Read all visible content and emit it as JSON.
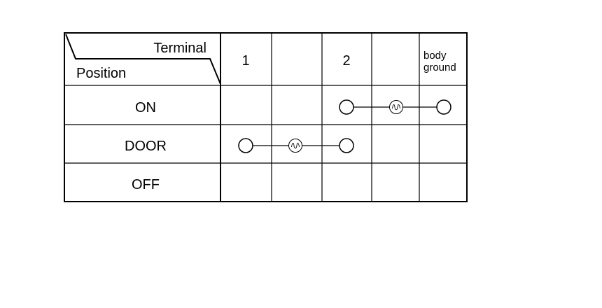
{
  "header": {
    "terminal_label": "Terminal",
    "position_label": "Position",
    "columns": [
      "1",
      "",
      "2",
      "",
      "body ground"
    ],
    "body_ground_lines": [
      "body",
      "ground"
    ]
  },
  "rows": [
    {
      "label": "ON",
      "connection": {
        "from_column": 3,
        "to_column": 5,
        "bulb_column": 4
      }
    },
    {
      "label": "DOOR",
      "connection": {
        "from_column": 1,
        "to_column": 3,
        "bulb_column": 2
      }
    },
    {
      "label": "OFF",
      "connection": null
    }
  ],
  "symbols": {
    "terminal": "terminal-circle-icon",
    "bulb": "bulb-icon"
  },
  "colors": {
    "line": "#000000",
    "background": "#ffffff"
  }
}
